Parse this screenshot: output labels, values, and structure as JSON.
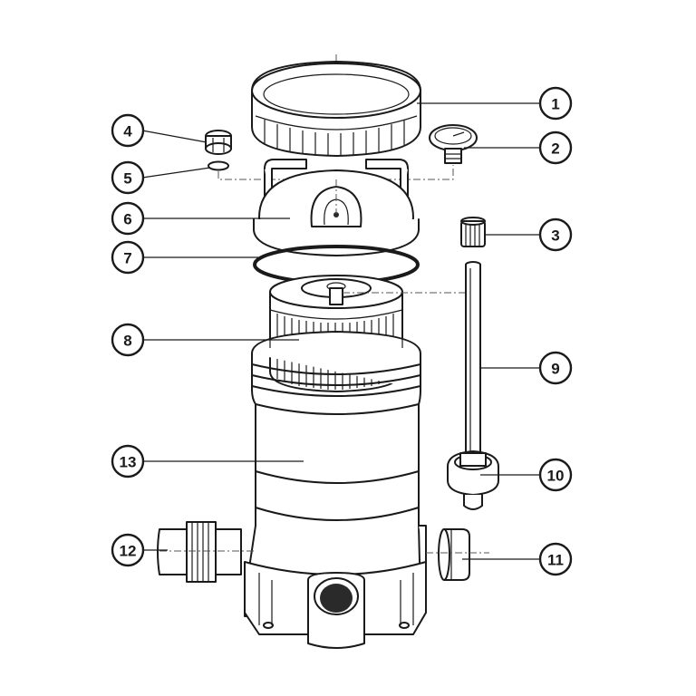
{
  "diagram": {
    "callouts": [
      {
        "id": "1",
        "label": "1"
      },
      {
        "id": "2",
        "label": "2"
      },
      {
        "id": "3",
        "label": "3"
      },
      {
        "id": "4",
        "label": "4"
      },
      {
        "id": "5",
        "label": "5"
      },
      {
        "id": "6",
        "label": "6"
      },
      {
        "id": "7",
        "label": "7"
      },
      {
        "id": "8",
        "label": "8"
      },
      {
        "id": "9",
        "label": "9"
      },
      {
        "id": "10",
        "label": "10"
      },
      {
        "id": "11",
        "label": "11"
      },
      {
        "id": "12",
        "label": "12"
      },
      {
        "id": "13",
        "label": "13"
      }
    ]
  },
  "colors": {
    "line": "#1a1a1a",
    "background": "#ffffff",
    "fill_shade": "#e9e9e9"
  }
}
